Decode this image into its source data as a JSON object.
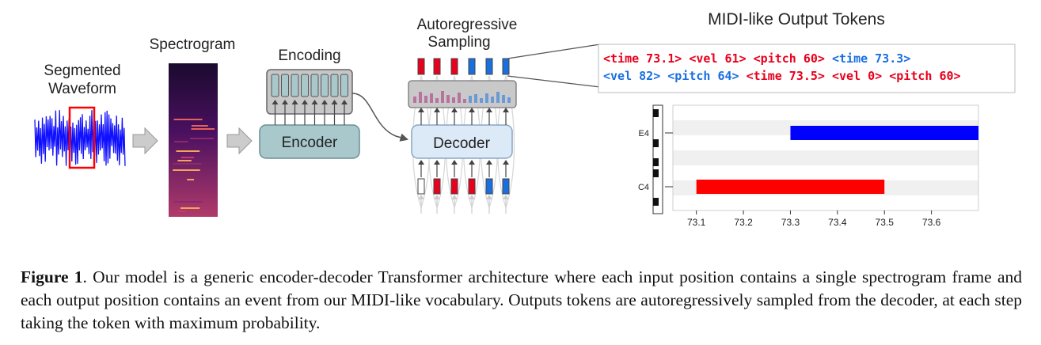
{
  "labels": {
    "waveform": [
      "Segmented",
      "Waveform"
    ],
    "spectrogram": "Spectrogram",
    "encoding": "Encoding",
    "encoder": "Encoder",
    "sampling": [
      "Autoregressive",
      "Sampling"
    ],
    "decoder": "Decoder",
    "output_title": "MIDI-like Output Tokens"
  },
  "tokens": {
    "line1": [
      {
        "text": "<time 73.1>",
        "color": "red"
      },
      {
        "text": "<vel 61>",
        "color": "red"
      },
      {
        "text": "<pitch 60>",
        "color": "red"
      },
      {
        "text": "<time 73.3>",
        "color": "blue"
      }
    ],
    "line2": [
      {
        "text": "<vel 82>",
        "color": "blue"
      },
      {
        "text": "<pitch 64>",
        "color": "blue"
      },
      {
        "text": "<time 73.5>",
        "color": "red"
      },
      {
        "text": "<vel 0>",
        "color": "red"
      },
      {
        "text": "<pitch 60>",
        "color": "red"
      }
    ]
  },
  "pianoroll": {
    "y_labels": [
      "E4",
      "C4"
    ],
    "x_ticks": [
      "73.1",
      "73.2",
      "73.3",
      "73.4",
      "73.5",
      "73.6"
    ],
    "notes": [
      {
        "pitch": "E4",
        "start": 73.3,
        "end": 73.7,
        "color": "#0000ff"
      },
      {
        "pitch": "C4",
        "start": 73.1,
        "end": 73.5,
        "color": "#ff0000"
      }
    ]
  },
  "caption": {
    "label": "Figure 1",
    "text": ". Our model is a generic encoder-decoder Transformer architecture where each input position contains a single spectrogram frame and each output position contains an event from our MIDI-like vocabulary. Outputs tokens are autoregressively sampled from the decoder, at each step taking the token with maximum probability."
  },
  "colors": {
    "waveform": "#1010ff",
    "highlight": "#ff0000",
    "encoder_fill": "#a9c8cc",
    "decoder_fill": "#dce9f7",
    "token_red": "#e8001c",
    "token_blue": "#1a6fe0"
  }
}
